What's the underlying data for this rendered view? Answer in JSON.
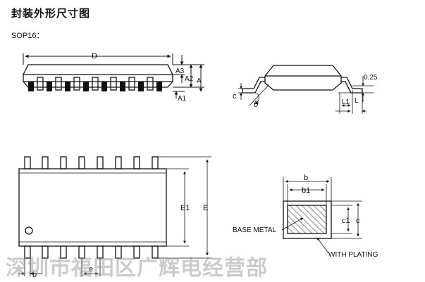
{
  "title": "封装外形尺寸图",
  "package": "SOP16：",
  "watermark": "深圳市福田区广辉电经营部",
  "side_view": {
    "D": "D",
    "A3": "A3",
    "A2": "A2",
    "A": "A",
    "A1": "A1"
  },
  "lead_detail": {
    "c": "c",
    "theta": "θ",
    "gauge": "0.25",
    "L": "L",
    "L1": "L1"
  },
  "top_view": {
    "E1": "E1",
    "E": "E",
    "b": "b",
    "e": "e"
  },
  "cross_section": {
    "b": "b",
    "b1": "b1",
    "c1": "c1",
    "c": "c",
    "base_metal": "BASE METAL",
    "with_plating": "WITH PLATING"
  }
}
